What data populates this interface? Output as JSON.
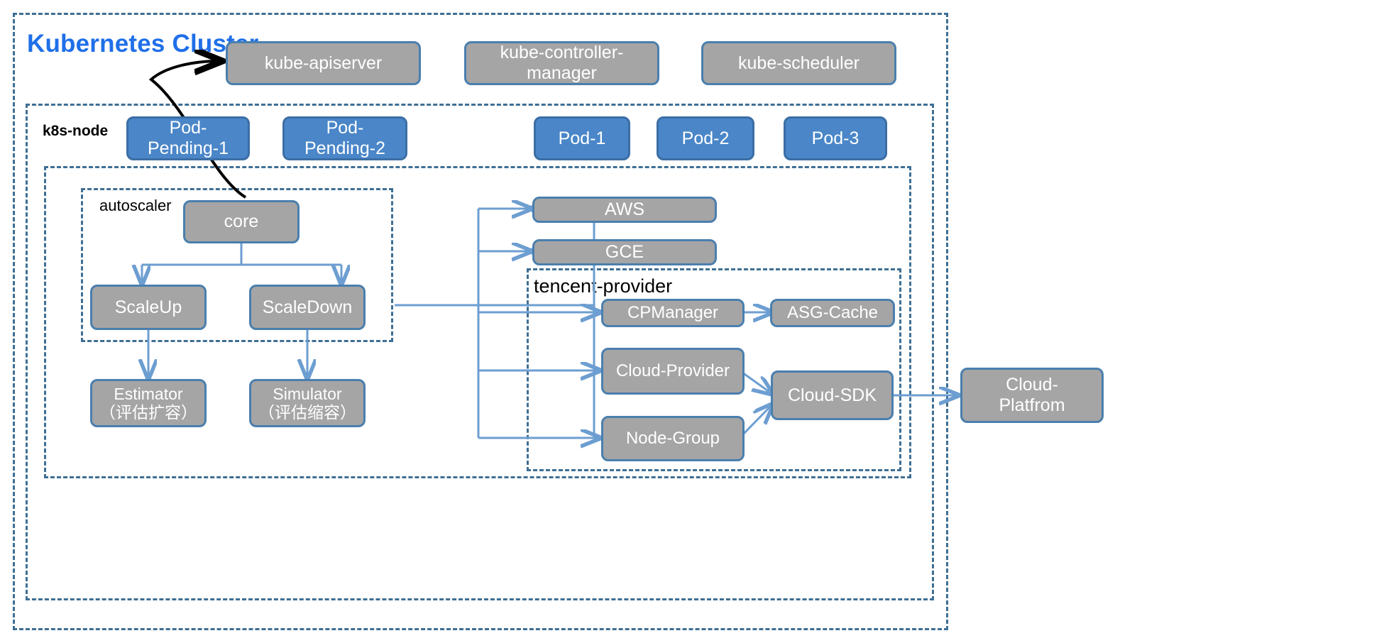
{
  "diagram": {
    "title": "Kubernetes Cluster",
    "title_color": "#1f6fe8",
    "accent_box_gray": "#a5a5a5",
    "accent_box_blue": "#4a86c8",
    "accent_border": "#4a7fae",
    "accent_arrow": "#6d9ed1",
    "accent_dashed_border": "#3f6f94"
  },
  "groups": {
    "cluster": "Kubernetes Cluster",
    "node": "k8s-node",
    "autoscaler": "autoscaler",
    "tencent_provider": "tencent-provider"
  },
  "control_plane": [
    {
      "label": "kube-apiserver"
    },
    {
      "label": "kube-controller-\nmanager"
    },
    {
      "label": "kube-scheduler"
    }
  ],
  "pods": [
    {
      "label": "Pod-\nPending-1"
    },
    {
      "label": "Pod-\nPending-2"
    },
    {
      "label": "Pod-1"
    },
    {
      "label": "Pod-2"
    },
    {
      "label": "Pod-3"
    }
  ],
  "autoscaler_nodes": [
    {
      "label": "core"
    },
    {
      "label": "ScaleUp"
    },
    {
      "label": "ScaleDown"
    },
    {
      "label": "Estimator\n（评估扩容）"
    },
    {
      "label": "Simulator\n（评估缩容）"
    }
  ],
  "providers": [
    {
      "label": "AWS"
    },
    {
      "label": "GCE"
    }
  ],
  "tencent_nodes": [
    {
      "label": "CPManager"
    },
    {
      "label": "ASG-Cache"
    },
    {
      "label": "Cloud-Provider"
    },
    {
      "label": "Node-Group"
    }
  ],
  "sdk": {
    "label": "Cloud-SDK"
  },
  "platform": {
    "label": "Cloud-\nPlatfrom"
  }
}
